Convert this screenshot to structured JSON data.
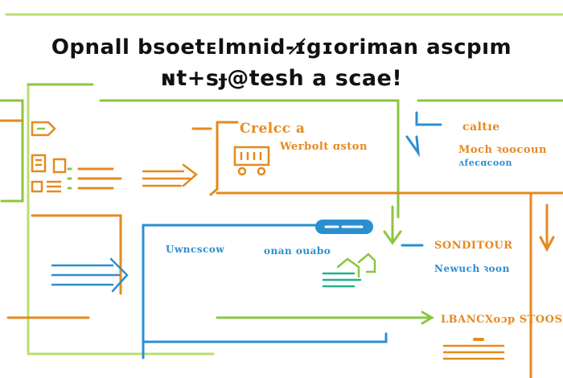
{
  "title": {
    "line1": "Opnall bsoetᴇlmnid-ɪ̸gɪoriman ascpım",
    "line2": "ɴt+sɟ@tesh a scae!"
  },
  "labels": {
    "create_a": "Crelcc a",
    "webout_aston": "Werbolt ɑston",
    "caltie": "caltıe",
    "moch_roocoun": "Moch ꝛoocoun",
    "afecoon": "ʌfecɑcoon",
    "uwncscow": "Uwncscow",
    "onan_ouabo": "onan ouabo",
    "sonditour": "SONDITOUR",
    "newuch_soon": "Newuch ꝛoon",
    "lbancscop_stoos": "LBANCXoɔp STOOS"
  },
  "colors": {
    "orange": "#e58a1f",
    "blue": "#2a8fd0",
    "green": "#8cc63f",
    "light_green": "#b9df6e",
    "teal": "#22b08a",
    "text": "#111111"
  },
  "icons": [
    "tag-icon",
    "document-icon",
    "document-stack-icon",
    "list-lines-icon",
    "right-arrow-icon",
    "cart-icon",
    "down-arrow-icon",
    "pill-badge-icon",
    "stacked-boxes-icon",
    "lines-box-icon"
  ]
}
